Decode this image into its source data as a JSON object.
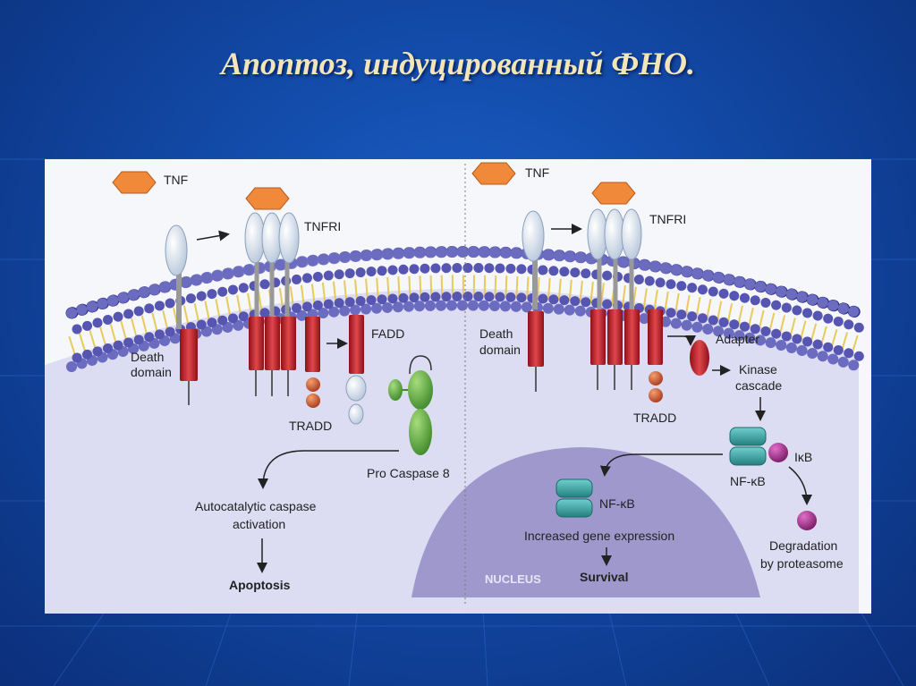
{
  "slide": {
    "title": "Апоптоз, индуцированный ФНО."
  },
  "diagram": {
    "left": {
      "tnf": "TNF",
      "tnfri": "TNFRI",
      "death_domain_1": "Death",
      "death_domain_2": "domain",
      "fadd": "FADD",
      "tradd": "TRADD",
      "pro_caspase": "Pro Caspase 8",
      "autocat_1": "Autocatalytic caspase",
      "autocat_2": "activation",
      "apoptosis": "Apoptosis"
    },
    "right": {
      "tnf": "TNF",
      "tnfri": "TNFRI",
      "death_domain_1": "Death",
      "death_domain_2": "domain",
      "adapter": "Adapter",
      "kinase_1": "Kinase",
      "kinase_2": "cascade",
      "tradd": "TRADD",
      "ikb": "IκB",
      "nfkb_complex": "NF-κB",
      "nfkb": "NF-κB",
      "increased": "Increased gene expression",
      "survival": "Survival",
      "nucleus": "NUCLEUS",
      "degradation_1": "Degradation",
      "degradation_2": "by proteasome"
    }
  },
  "colors": {
    "tnf": "#f08a3a",
    "receptor_stalk": "#d9e4f2",
    "death_domain": "#c8242c",
    "tradd_ball": "#d2603a",
    "caspase": "#6ab04c",
    "lipid_head": "#4a4aa8",
    "nfkb": "#3aa7a5",
    "ikb": "#b0308c",
    "nucleus": "#9b94c8"
  }
}
